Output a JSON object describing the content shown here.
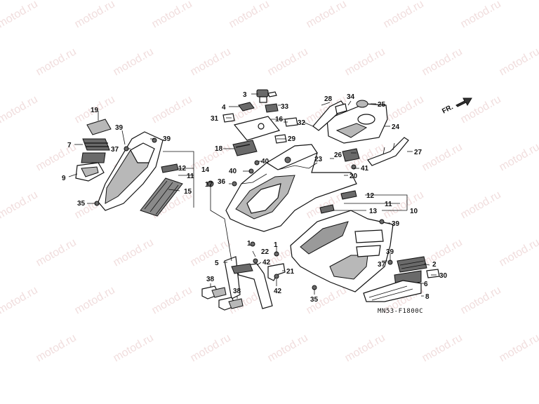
{
  "diagram": {
    "watermark": "motod.ru",
    "code": "MN53-F1800C",
    "front_marker": "FR.",
    "callouts": [
      {
        "id": "c1",
        "text": "1"
      },
      {
        "id": "c1b",
        "text": "1"
      },
      {
        "id": "c2",
        "text": "2"
      },
      {
        "id": "c3",
        "text": "3"
      },
      {
        "id": "c4",
        "text": "4"
      },
      {
        "id": "c5",
        "text": "5"
      },
      {
        "id": "c6",
        "text": "6"
      },
      {
        "id": "c7",
        "text": "7"
      },
      {
        "id": "c8",
        "text": "8"
      },
      {
        "id": "c9",
        "text": "9"
      },
      {
        "id": "c10",
        "text": "10"
      },
      {
        "id": "c11",
        "text": "11"
      },
      {
        "id": "c11b",
        "text": "11"
      },
      {
        "id": "c12",
        "text": "12"
      },
      {
        "id": "c12b",
        "text": "12"
      },
      {
        "id": "c13",
        "text": "13"
      },
      {
        "id": "c14",
        "text": "14"
      },
      {
        "id": "c15",
        "text": "15"
      },
      {
        "id": "c16",
        "text": "16"
      },
      {
        "id": "c17",
        "text": "17"
      },
      {
        "id": "c18",
        "text": "18"
      },
      {
        "id": "c19",
        "text": "19"
      },
      {
        "id": "c20",
        "text": "20"
      },
      {
        "id": "c21",
        "text": "21"
      },
      {
        "id": "c22",
        "text": "22"
      },
      {
        "id": "c23",
        "text": "23"
      },
      {
        "id": "c24",
        "text": "24"
      },
      {
        "id": "c25",
        "text": "25"
      },
      {
        "id": "c26",
        "text": "26"
      },
      {
        "id": "c27",
        "text": "27"
      },
      {
        "id": "c28",
        "text": "28"
      },
      {
        "id": "c29",
        "text": "29"
      },
      {
        "id": "c30",
        "text": "30"
      },
      {
        "id": "c31",
        "text": "31"
      },
      {
        "id": "c32",
        "text": "32"
      },
      {
        "id": "c33",
        "text": "33"
      },
      {
        "id": "c34",
        "text": "34"
      },
      {
        "id": "c35",
        "text": "35"
      },
      {
        "id": "c35b",
        "text": "35"
      },
      {
        "id": "c36",
        "text": "36"
      },
      {
        "id": "c37",
        "text": "37"
      },
      {
        "id": "c37b",
        "text": "37"
      },
      {
        "id": "c38",
        "text": "38"
      },
      {
        "id": "c38b",
        "text": "38"
      },
      {
        "id": "c39",
        "text": "39"
      },
      {
        "id": "c39b",
        "text": "39"
      },
      {
        "id": "c39c",
        "text": "39"
      },
      {
        "id": "c39d",
        "text": "39"
      },
      {
        "id": "c40",
        "text": "40"
      },
      {
        "id": "c40b",
        "text": "40"
      },
      {
        "id": "c41",
        "text": "41"
      },
      {
        "id": "c42",
        "text": "42"
      },
      {
        "id": "c42b",
        "text": "42"
      }
    ]
  }
}
